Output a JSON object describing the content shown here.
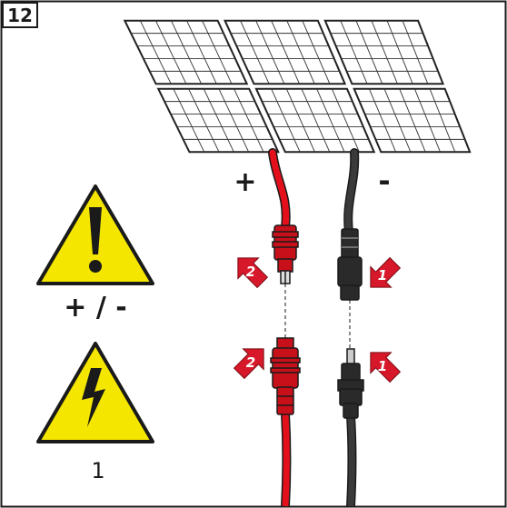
{
  "step_number": "12",
  "cable_positive_label": "+",
  "cable_negative_label": "-",
  "warning_polarity_label": "+ / -",
  "warning_voltage_label": "1",
  "arrows": {
    "positive_upper": "2",
    "positive_lower": "2",
    "negative_upper": "1",
    "negative_lower": "1"
  },
  "colors": {
    "outline": "#1a1a1a",
    "warning_yellow": "#f5e600",
    "positive_cable": "#e3101c",
    "positive_connector": "#c8101a",
    "negative_cable": "#3a3a3a",
    "negative_connector": "#2a2a2a",
    "arrow": "#d6182a",
    "panel_line": "#222222"
  }
}
